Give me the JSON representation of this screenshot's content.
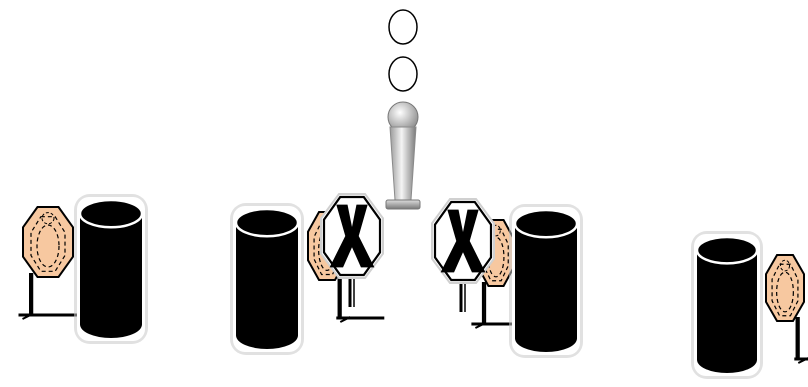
{
  "colors": {
    "background": "#ffffff",
    "barrel_fill": "#000000",
    "barrel_shadow": "#c8c8c8",
    "target_fill": "#f7c8a0",
    "target_outline": "#000000",
    "no_shoot_fill": "#ffffff",
    "no_shoot_mark": "#000000",
    "stand": "#000000",
    "start_marker_fill": "#ffffff",
    "start_post_light": "#f0f0f0",
    "start_post_dark": "#8a8a8a"
  },
  "elements": {
    "start_position": {
      "icon": "shooter-position-icon",
      "circles": 2
    },
    "barrels": {
      "icon": "barrel-icon",
      "count": 4
    },
    "paper_targets": {
      "icon": "paper-target-icon",
      "count": 4
    },
    "no_shoot_targets": {
      "icon": "no-shoot-target-icon",
      "count": 2
    }
  }
}
